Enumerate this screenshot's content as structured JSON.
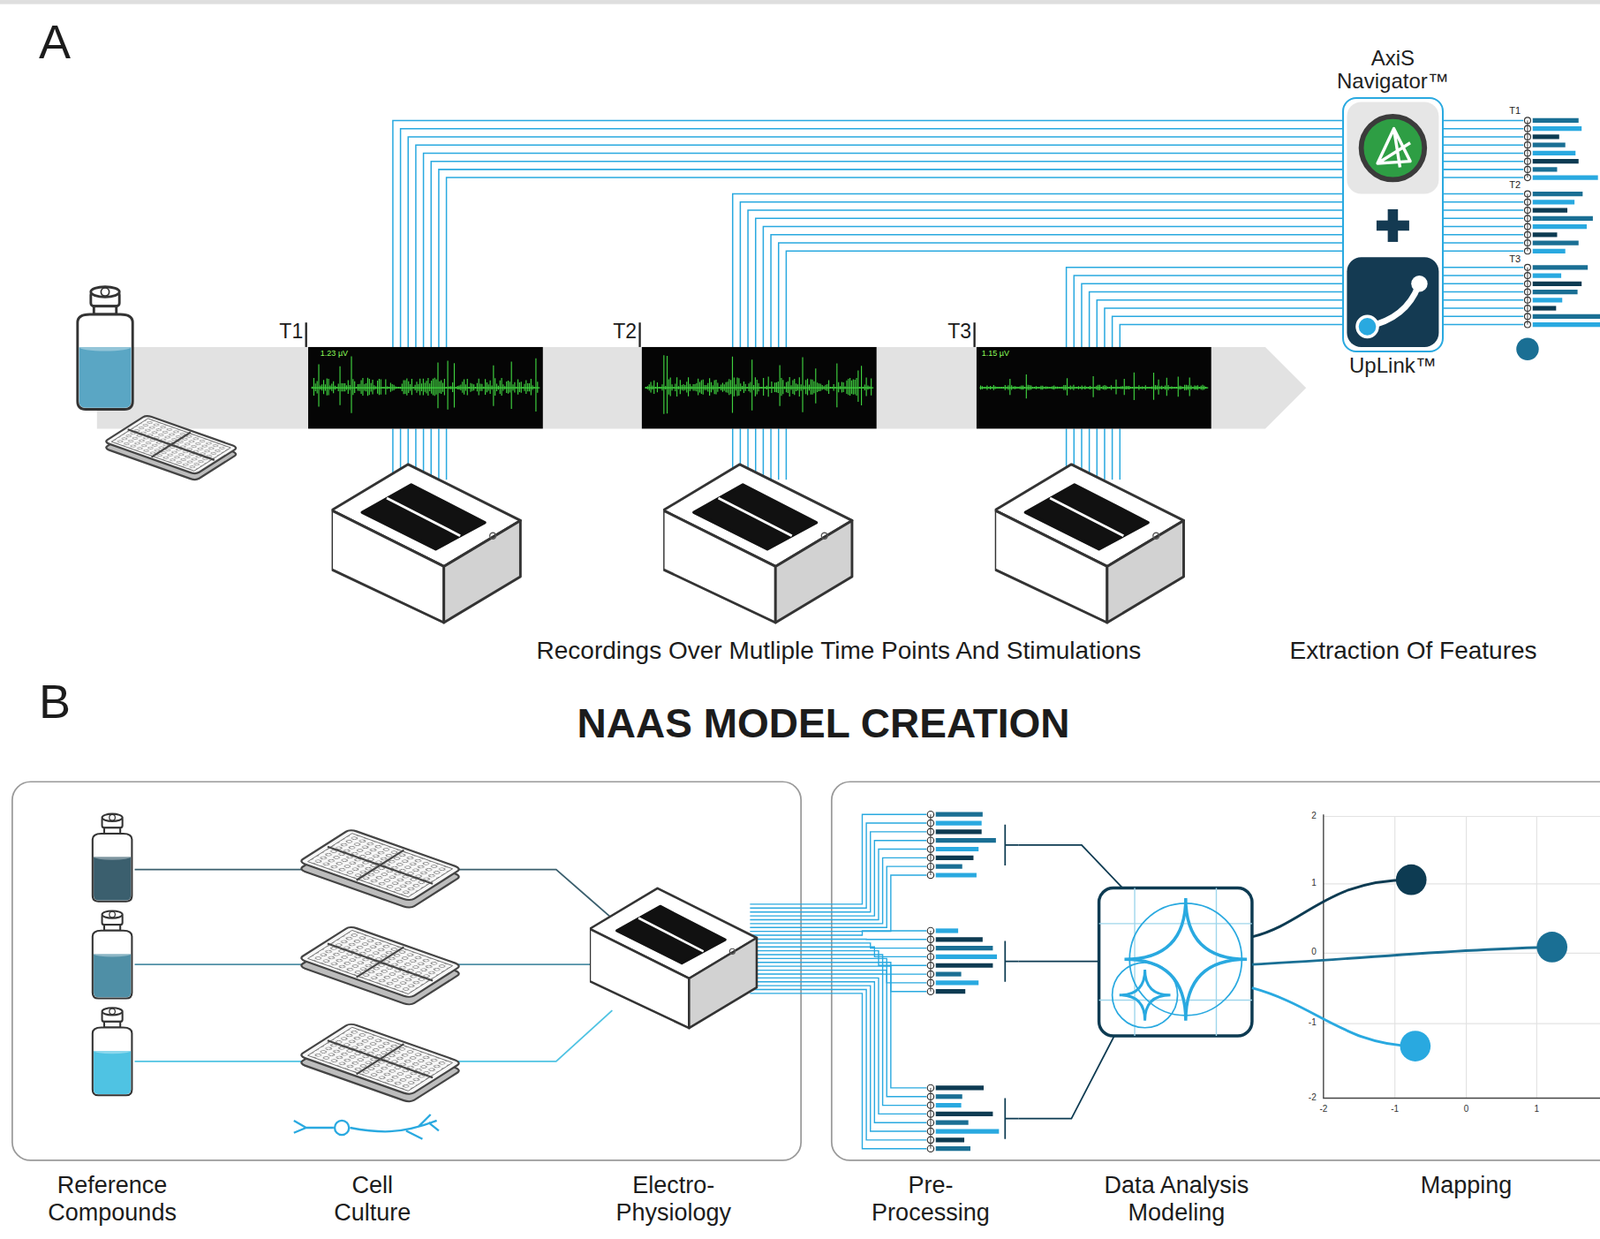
{
  "diagram": {
    "title": "NAAS MODEL CREATION",
    "nodes": [
      {
        "text": [
          "AxiS Navigator™",
          "UpLink™"
        ]
      }
    ],
    "labels": [
      "A",
      "T1",
      "T2",
      "T3",
      "1.23 µV",
      "1.15 µV",
      "T1",
      "T2",
      "T3",
      "Recordings Over Mutliple Time Points And Stimulations",
      "Extraction Of Features",
      "B",
      "Reference Compounds",
      "Cell Culture",
      "Electro- Physiology",
      "Pre- Processing",
      "Data Analysis Modeling",
      "Mapping",
      "2",
      "1",
      "0",
      "-1",
      "-2",
      "-2",
      "-1",
      "0",
      "1"
    ]
  }
}
